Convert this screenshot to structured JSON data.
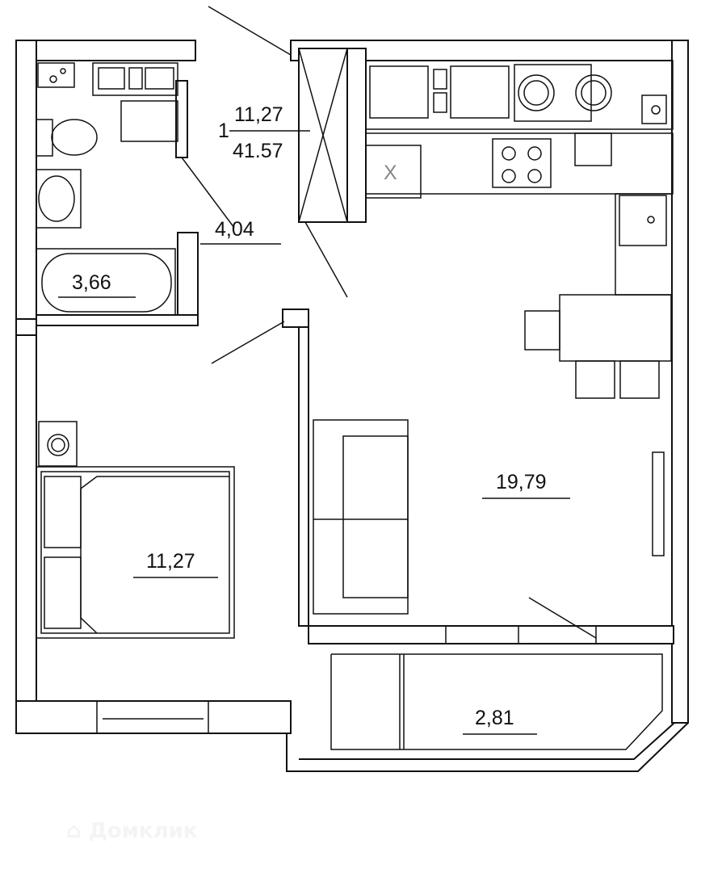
{
  "plan": {
    "apartment": {
      "rooms_count": "1",
      "living_area": "11,27",
      "total_area": "41.57"
    },
    "rooms": [
      {
        "name": "hallway",
        "area": "4,04"
      },
      {
        "name": "bathroom",
        "area": "3,66"
      },
      {
        "name": "bedroom",
        "area": "11,27"
      },
      {
        "name": "kitchen-living",
        "area": "19,79"
      },
      {
        "name": "balcony",
        "area": "2,81"
      }
    ],
    "watermark": "Домклик",
    "colors": {
      "line": "#111111",
      "background": "#ffffff"
    }
  }
}
